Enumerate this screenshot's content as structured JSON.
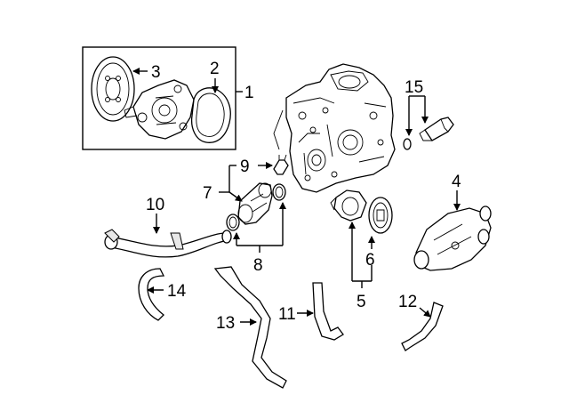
{
  "callouts": {
    "c1": "1",
    "c2": "2",
    "c3": "3",
    "c4": "4",
    "c5": "5",
    "c6": "6",
    "c7": "7",
    "c8": "8",
    "c9": "9",
    "c10": "10",
    "c11": "11",
    "c12": "12",
    "c13": "13",
    "c14": "14",
    "c15": "15"
  },
  "colors": {
    "ink": "#000000",
    "background": "#ffffff"
  }
}
